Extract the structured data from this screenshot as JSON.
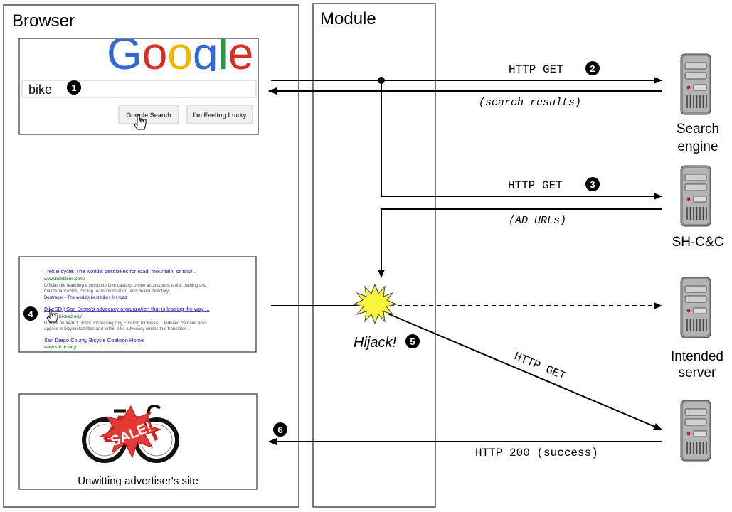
{
  "columns": {
    "browser": "Browser",
    "module": "Module"
  },
  "search_panel": {
    "logo": "Google",
    "query": "bike",
    "search_button": "Google Search",
    "lucky_button": "I'm Feeling Lucky"
  },
  "results_panel": {
    "results": [
      {
        "title": "Trek Bicycle: The world's best bikes for road, mountain, or town.",
        "url": "www.trekbikes.com/",
        "snippet1": "Official site featuring a complete bike catalog, online accessories store, training and",
        "snippet2": "maintenance tips, cycling team information, and dealer directory.",
        "sub": "Bontrager - The world's best bikes for road"
      },
      {
        "title": "BikeSD | San Diego's advocacy organization that is leading the way ...",
        "url": "bikesd.org/",
        "snippet1": "Update on Year 1 Goals: Increasing City Funding for Bikes ... Induced demand also",
        "snippet2": "applies to bicycle facilities and within bike advocacy circles this translates ..."
      },
      {
        "title": "San Diego County Bicycle Coalition Home",
        "url": "www.sdcbc.org/"
      }
    ]
  },
  "ad_panel": {
    "sale": "SALE!",
    "caption": "Unwitting advertiser's site"
  },
  "steps": {
    "s1": "1",
    "s2": "2",
    "s3": "3",
    "s4": "4",
    "s5": "5",
    "s6": "6"
  },
  "messages": {
    "get1": "HTTP GET",
    "search_results": "(search results)",
    "get2": "HTTP GET",
    "ad_urls": "(AD URLs)",
    "hijack": "Hijack!",
    "get3": "HTTP GET",
    "ok": "HTTP 200 (success)"
  },
  "servers": {
    "search_engine": [
      "Search",
      "engine"
    ],
    "shcc": [
      "SH-C&C"
    ],
    "intended": [
      "Intended",
      "server"
    ]
  }
}
